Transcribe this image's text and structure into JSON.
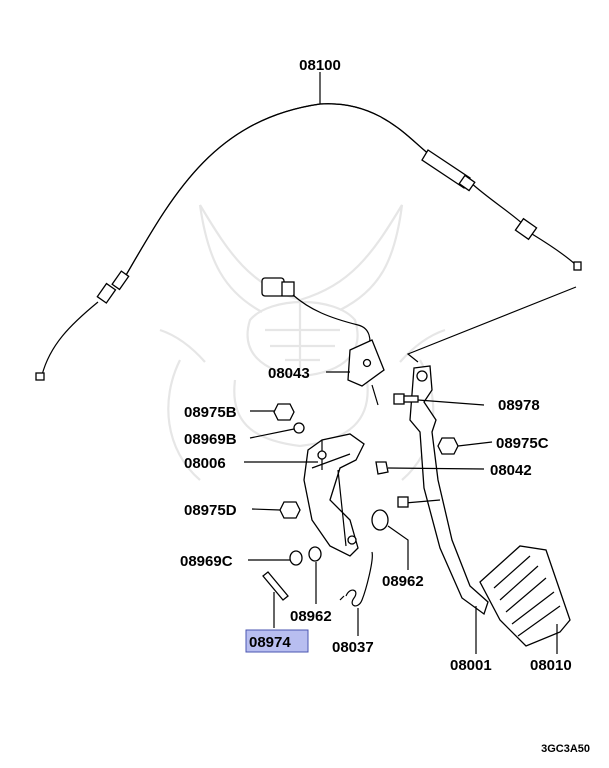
{
  "diagram": {
    "callouts": {
      "c08100": "08100",
      "c08043": "08043",
      "c08978": "08978",
      "c08975b": "08975B",
      "c08969b": "08969B",
      "c08975c": "08975C",
      "c08006": "08006",
      "c08042": "08042",
      "c08975d": "08975D",
      "c08969c": "08969C",
      "c08962a": "08962",
      "c08962b": "08962",
      "c08974": "08974",
      "c08037": "08037",
      "c08001": "08001",
      "c08010": "08010"
    },
    "highlighted_part": "08974",
    "highlight_color": "#b8bef0",
    "diagram_code": "3GC3A50"
  }
}
